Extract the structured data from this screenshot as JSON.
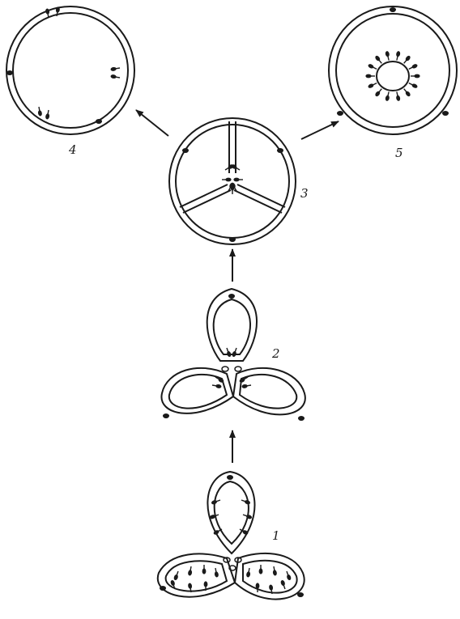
{
  "figure": {
    "stage_labels": {
      "stage1": "1",
      "stage2": "2",
      "stage3": "3",
      "stage4": "4",
      "stage5": "5"
    },
    "colors": {
      "ink": "#1a1a1a",
      "paper": "#ffffff"
    }
  }
}
